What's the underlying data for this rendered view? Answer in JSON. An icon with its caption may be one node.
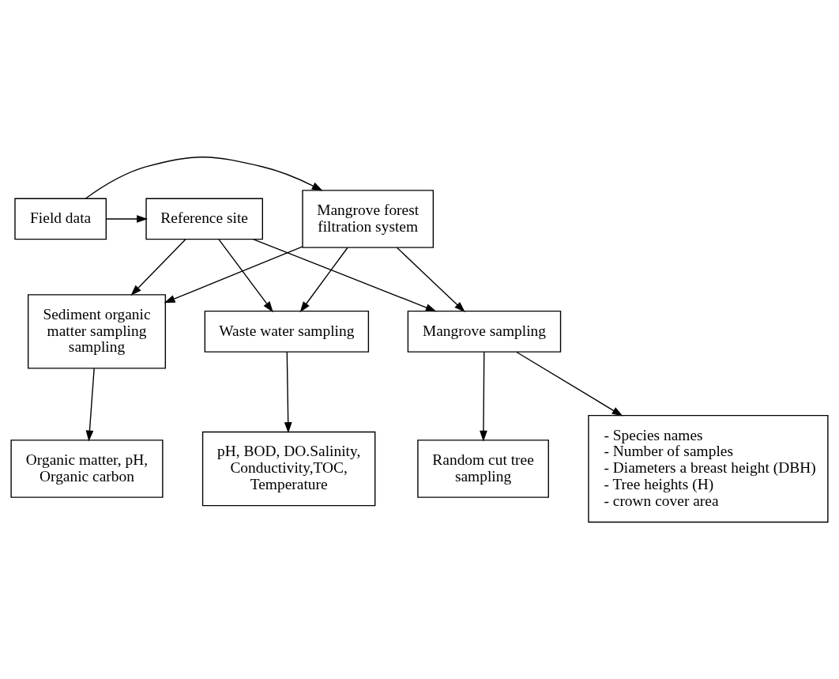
{
  "diagram": {
    "nodes": [
      {
        "text": [
          "Reference site"
        ]
      },
      {
        "text": [
          "Field data"
        ]
      },
      {
        "text": [
          "Mangrove forest filtration system"
        ]
      },
      {
        "text": [
          "Sediment organic matter sampling sampling"
        ]
      },
      {
        "text": [
          "Waste water sampling"
        ]
      },
      {
        "text": [
          "Mangrove sampling"
        ]
      },
      {
        "text": [
          "Organic matter, pH, Organic carbon"
        ]
      },
      {
        "text": [
          "pH, BOD, DO.Salinity, Conductivity,TOC, Temperature"
        ]
      },
      {
        "text": [
          "Random cut tree sampling"
        ]
      },
      {
        "text": [
          "- Species names",
          "- Number of samples",
          "- Diameters a breast height (DBH)",
          "- Tree heights (H)",
          "- crown cover area"
        ]
      }
    ],
    "edges": [
      {
        "from": 1,
        "to": 0,
        "arrow": "to"
      },
      {
        "from": 1,
        "to": 2,
        "arrow": "to"
      },
      {
        "from": 0,
        "to": 3,
        "arrow": "to"
      },
      {
        "from": 0,
        "to": 4,
        "arrow": "to"
      },
      {
        "from": 0,
        "to": 5,
        "arrow": "to"
      },
      {
        "from": 2,
        "to": 3,
        "arrow": "to"
      },
      {
        "from": 2,
        "to": 4,
        "arrow": "to"
      },
      {
        "from": 2,
        "to": 5,
        "arrow": "to"
      },
      {
        "from": 3,
        "to": 6,
        "arrow": "to"
      },
      {
        "from": 4,
        "to": 7,
        "arrow": "to"
      },
      {
        "from": 5,
        "to": 8,
        "arrow": "to"
      },
      {
        "from": 5,
        "to": 9,
        "arrow": "to"
      }
    ]
  }
}
